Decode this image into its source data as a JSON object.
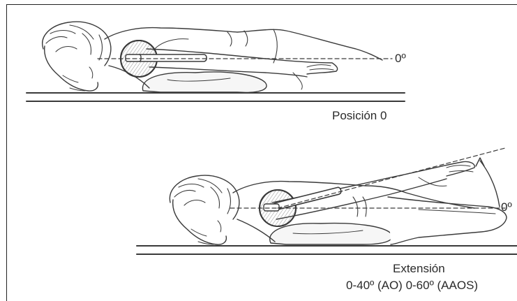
{
  "top_figure": {
    "angle_label": "0º",
    "caption": "Posición 0"
  },
  "bottom_figure": {
    "angle_label": "0º",
    "caption_line1": "Extensión",
    "caption_line2": "0-40º (AO) 0-60º (AAOS)"
  },
  "ink_color": "#3a3a3a"
}
